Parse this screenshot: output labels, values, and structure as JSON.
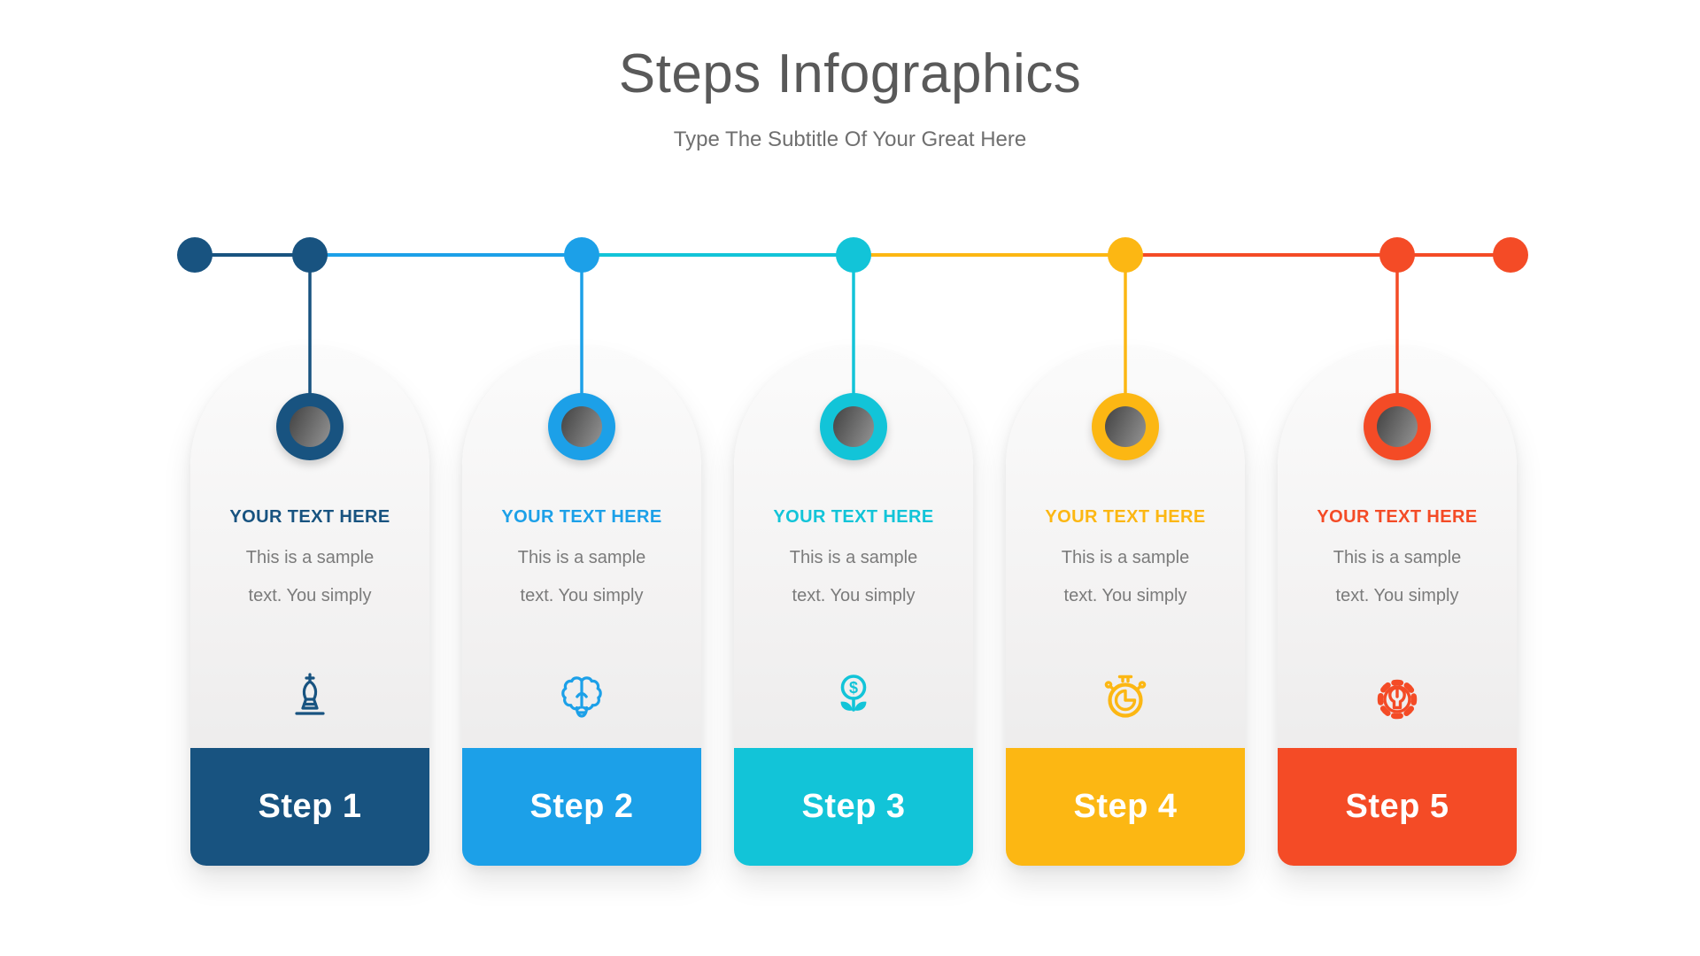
{
  "header": {
    "title": "Steps Infographics",
    "subtitle": "Type The Subtitle Of Your Great Here"
  },
  "steps": [
    {
      "label": "Step 1",
      "heading": "YOUR TEXT HERE",
      "body": [
        "This is a sample",
        "text. You simply"
      ],
      "color": "#185380",
      "icon": "chess-strategy-icon"
    },
    {
      "label": "Step 2",
      "heading": "YOUR TEXT HERE",
      "body": [
        "This is a sample",
        "text. You simply"
      ],
      "color": "#1ca0e8",
      "icon": "brain-icon"
    },
    {
      "label": "Step 3",
      "heading": "YOUR TEXT HERE",
      "body": [
        "This is a sample",
        "text. You simply"
      ],
      "color": "#12c4d8",
      "icon": "money-growth-icon"
    },
    {
      "label": "Step 4",
      "heading": "YOUR TEXT HERE",
      "body": [
        "This is a sample",
        "text. You simply"
      ],
      "color": "#fcb713",
      "icon": "stopwatch-icon"
    },
    {
      "label": "Step 5",
      "heading": "YOUR TEXT HERE",
      "body": [
        "This is a sample",
        "text. You simply"
      ],
      "color": "#f44b26",
      "icon": "gear-wrench-icon"
    }
  ],
  "timeline": {
    "dot_colors": [
      "#185380",
      "#185380",
      "#1ca0e8",
      "#12c4d8",
      "#fcb713",
      "#f44b26",
      "#f44b26"
    ],
    "segment_colors": [
      "#185380",
      "#1ca0e8",
      "#12c4d8",
      "#fcb713",
      "#f44b26",
      "#f44b26"
    ],
    "connector_colors": [
      "#185380",
      "#1ca0e8",
      "#12c4d8",
      "#fcb713",
      "#f44b26"
    ]
  },
  "knob": {
    "inner_gradient_start": "#454545",
    "inner_gradient_end": "#919191"
  }
}
